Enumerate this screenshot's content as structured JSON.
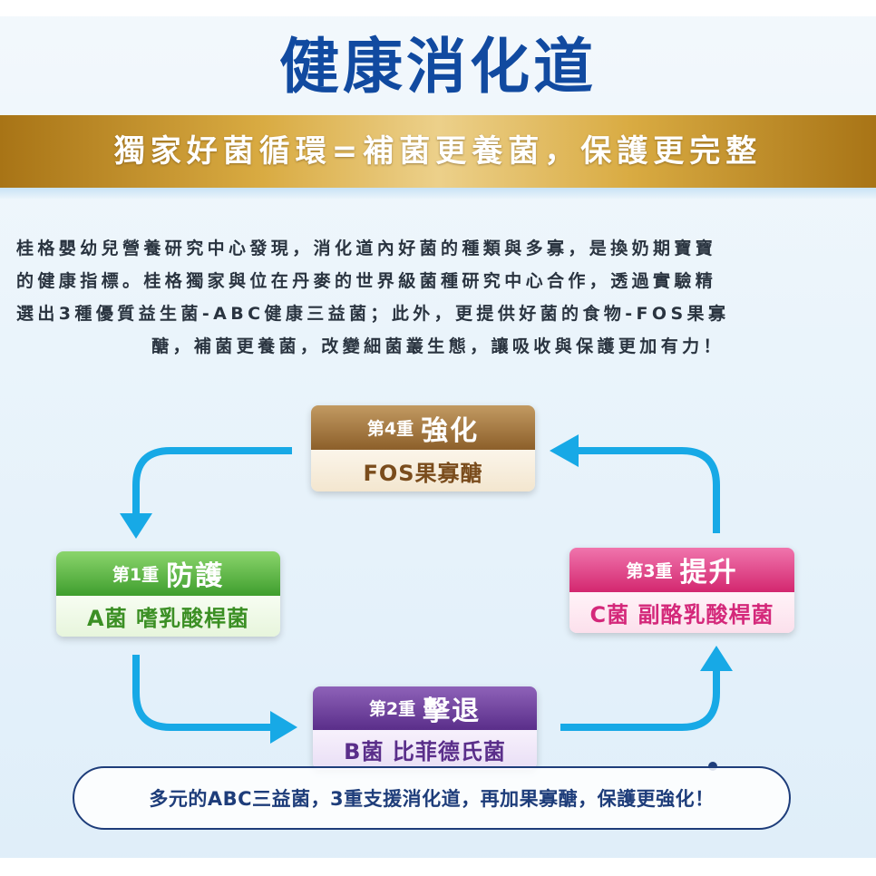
{
  "header": {
    "title": "健康消化道",
    "banner": "獨家好菌循環=補菌更養菌，保護更完整"
  },
  "intro": {
    "lines": [
      "桂格嬰幼兒營養研究中心發現，消化道內好菌的種類與多寡，是換奶期寶寶",
      "的健康指標。桂格獨家與位在丹麥的世界級菌種研究中心合作，透過實驗精",
      "選出3種優質益生菌-ABC健康三益菌；此外，更提供好菌的食物-FOS果寡",
      "醣，補菌更養菌，改變細菌叢生態，讓吸收與保護更加有力！"
    ]
  },
  "cycle": {
    "stage4": {
      "order": "第4重",
      "action": "強化",
      "ingredient": "FOS果寡醣"
    },
    "stage1": {
      "order": "第1重",
      "action": "防護",
      "ingredient": "A菌 嗜乳酸桿菌"
    },
    "stage3": {
      "order": "第3重",
      "action": "提升",
      "ingredient": "C菌 副酪乳酸桿菌"
    },
    "stage2": {
      "order": "第2重",
      "action": "擊退",
      "ingredient": "B菌 比菲德氏菌"
    }
  },
  "summary": "多元的ABC三益菌，3重支援消化道，再加果寡醣，保護更強化！",
  "colors": {
    "title": "#114aa0",
    "banner_gold": "#d9ab42",
    "arrow": "#17a9e6",
    "stage4": "#8c5f2a",
    "stage1": "#3f9e2e",
    "stage3": "#d3276f",
    "stage2": "#5a2e8a",
    "summary_border": "#1e3d7a"
  }
}
